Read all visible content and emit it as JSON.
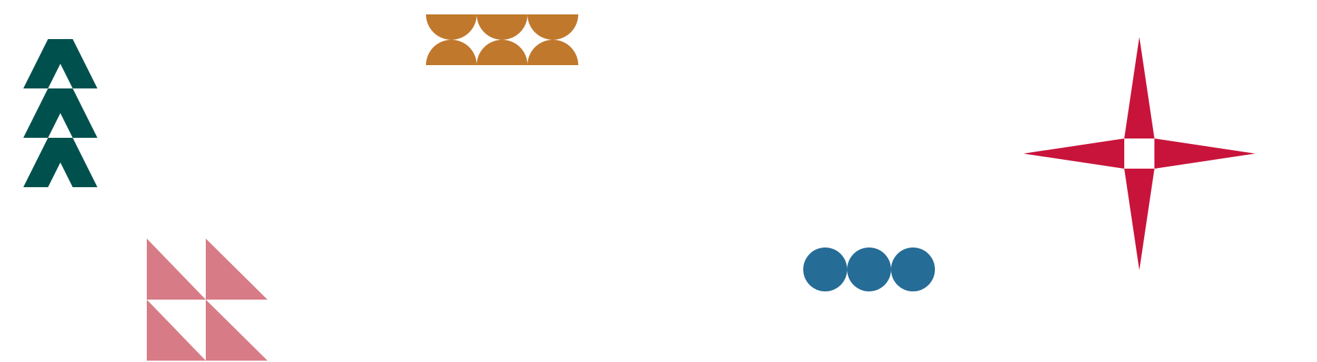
{
  "canvas": {
    "background": "#ffffff"
  },
  "shapes": {
    "teal_arrows": {
      "color": "#00514e",
      "count": 3
    },
    "orange_scallops": {
      "color": "#c0782c",
      "columns": 3,
      "rows": 2
    },
    "red_star": {
      "color": "#c8143b",
      "points": 4
    },
    "pink_triangles": {
      "color": "#d77c86",
      "columns": 2,
      "rows": 2
    },
    "blue_dots": {
      "color": "#256c96",
      "count": 3
    }
  }
}
